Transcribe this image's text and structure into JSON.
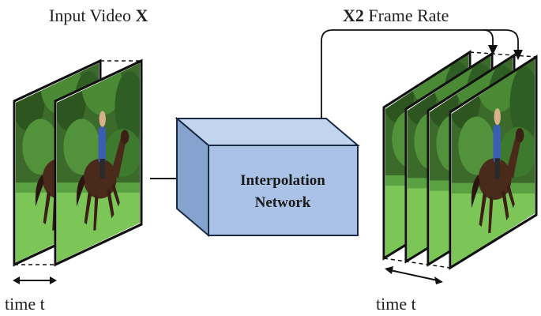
{
  "input": {
    "title_prefix": "Input Video ",
    "title_symbol": "X",
    "time_label": "time t"
  },
  "output": {
    "title_prefix": "X2",
    "title_suffix": " Frame Rate",
    "time_label": "time t"
  },
  "network": {
    "line1": "Interpolation",
    "line2": "Network"
  },
  "colors": {
    "box_front": "#a9c2e6",
    "box_top": "#c2d5ef",
    "box_side": "#86a3cf",
    "box_stroke": "#1a2a44",
    "frame_border": "#111111",
    "sky": "#2f5a22",
    "trees": "#3e7a2e",
    "grass": "#7fc95a",
    "horse": "#4a2c1e",
    "rider_shirt": "#3a5fb0"
  }
}
